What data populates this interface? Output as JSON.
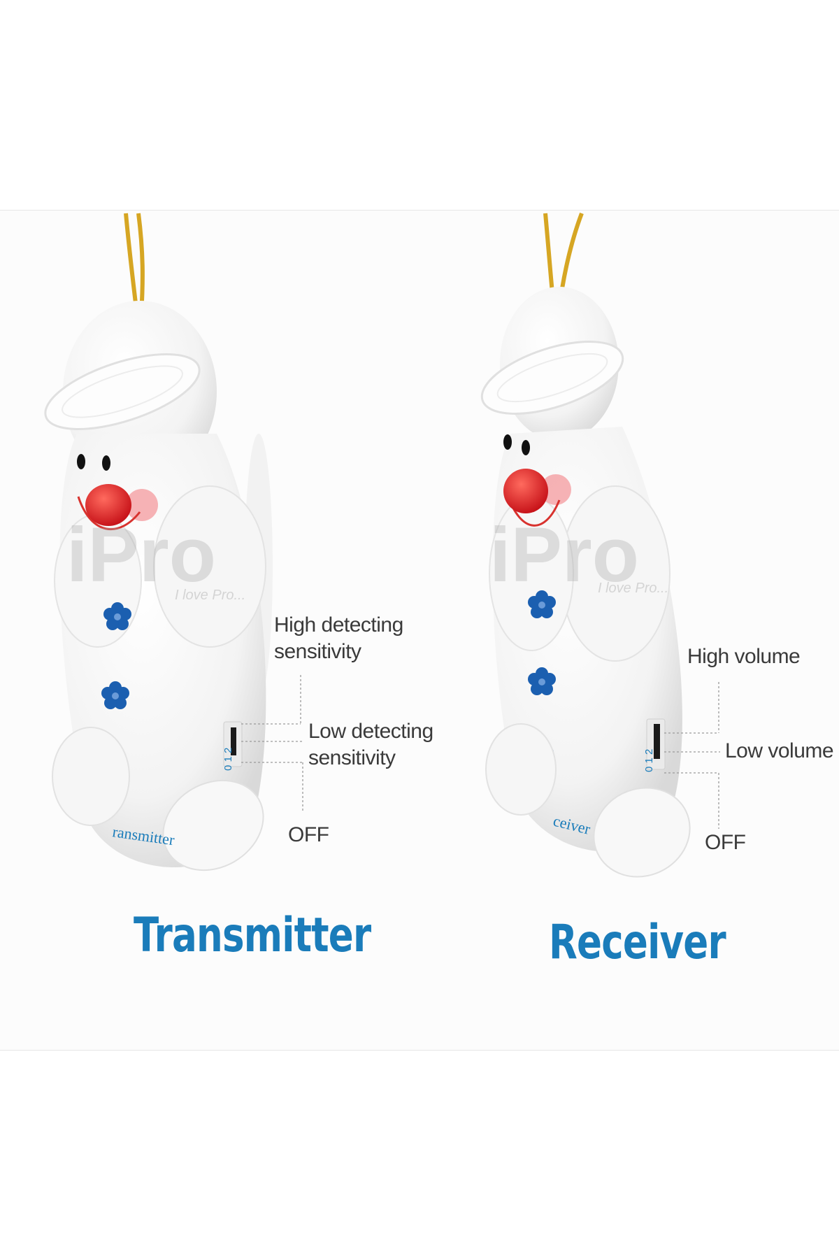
{
  "transmitter": {
    "title": "Transmitter",
    "device_text": "ransmitter",
    "switch_numbers": "0 1 2",
    "labels": {
      "high_line1": "High detecting",
      "high_line2": "sensitivity",
      "low_line1": "Low detecting",
      "low_line2": "sensitivity",
      "off": "OFF"
    }
  },
  "receiver": {
    "title": "Receiver",
    "device_text": "ceiver",
    "switch_numbers": "0 1 2",
    "labels": {
      "high": "High volume",
      "low": "Low volume",
      "off": "OFF"
    }
  },
  "watermark": {
    "brand": "iPro",
    "tagline": "I love Pro..."
  },
  "colors": {
    "accent_blue": "#1a7cba",
    "flower_blue": "#1b5fb0",
    "nose_red": "#e02a2a",
    "cheek_pink": "#f4a5a8",
    "string_gold": "#d6a623"
  }
}
